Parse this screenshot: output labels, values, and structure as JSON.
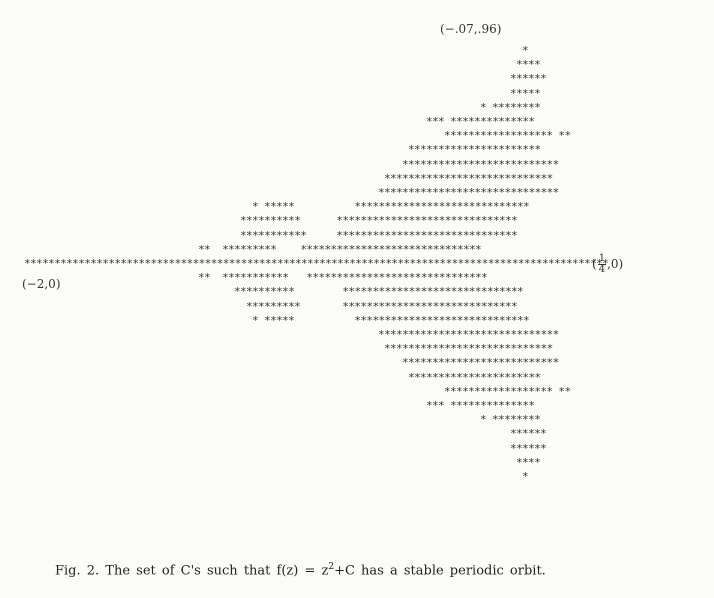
{
  "figure": {
    "labels": {
      "top": "(−.07,.96)",
      "left": "(−2,0)",
      "right_num": "1",
      "right_den": "4",
      "right_open": "(",
      "right_close": ",0)"
    },
    "rows": [
      {
        "text": "*",
        "col": 87
      },
      {
        "text": "****",
        "col": 86
      },
      {
        "text": "******",
        "col": 85
      },
      {
        "text": "*****",
        "col": 85
      },
      {
        "text": "* ********",
        "col": 80
      },
      {
        "text": "*** **************",
        "col": 71
      },
      {
        "text": "****************** **",
        "col": 74
      },
      {
        "text": "**********************",
        "col": 68
      },
      {
        "text": "**************************",
        "col": 67
      },
      {
        "text": "****************************",
        "col": 64
      },
      {
        "text": "******************************",
        "col": 63
      },
      {
        "text": "* *****          *****************************",
        "col": 42
      },
      {
        "text": "**********      ******************************",
        "col": 40
      },
      {
        "text": "***********     ******************************",
        "col": 40
      },
      {
        "text": "**  *********    ******************************",
        "col": 33
      },
      {
        "text": "*************************************************************************************************",
        "col": 4
      },
      {
        "text": "**  ***********   ******************************",
        "col": 33
      },
      {
        "text": "**********        ******************************",
        "col": 39
      },
      {
        "text": "*********       *****************************",
        "col": 41
      },
      {
        "text": "* *****          *****************************",
        "col": 42
      },
      {
        "text": "******************************",
        "col": 63
      },
      {
        "text": "****************************",
        "col": 64
      },
      {
        "text": "**************************",
        "col": 67
      },
      {
        "text": "**********************",
        "col": 68
      },
      {
        "text": "****************** **",
        "col": 74
      },
      {
        "text": "*** **************",
        "col": 71
      },
      {
        "text": "* ********",
        "col": 80
      },
      {
        "text": "******",
        "col": 85
      },
      {
        "text": "******",
        "col": 85
      },
      {
        "text": "****",
        "col": 86
      },
      {
        "text": "*",
        "col": 87
      }
    ]
  },
  "caption": {
    "prefix": "Fig. 2.  The set of  C's  such that  f(z) = z",
    "exponent": "2",
    "suffix": "+C  has a stable periodic orbit."
  }
}
